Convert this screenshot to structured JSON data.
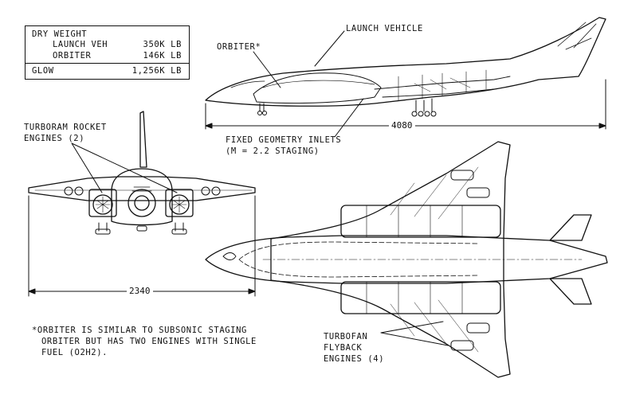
{
  "weight_table": {
    "heading": "DRY WEIGHT",
    "rows": [
      {
        "label": "LAUNCH VEH",
        "value": "350K LB"
      },
      {
        "label": "ORBITER",
        "value": "146K LB"
      }
    ],
    "glow": {
      "label": "GLOW",
      "value": "1,256K LB"
    }
  },
  "callouts": {
    "launch_vehicle": "LAUNCH VEHICLE",
    "orbiter": "ORBITER*",
    "turboram_1": "TURBORAM ROCKET",
    "turboram_2": "ENGINES (2)",
    "inlets_1": "FIXED GEOMETRY INLETS",
    "inlets_2": "(M = 2.2 STAGING)",
    "turbofan_1": "TURBOFAN",
    "turbofan_2": "FLYBACK",
    "turbofan_3": "ENGINES (4)"
  },
  "dimensions": {
    "length": "4080",
    "span": "2340"
  },
  "footnote": {
    "line1": "*ORBITER IS SIMILAR TO SUBSONIC STAGING",
    "line2": "ORBITER BUT HAS TWO ENGINES WITH SINGLE",
    "line3": "FUEL (O2H2)."
  }
}
